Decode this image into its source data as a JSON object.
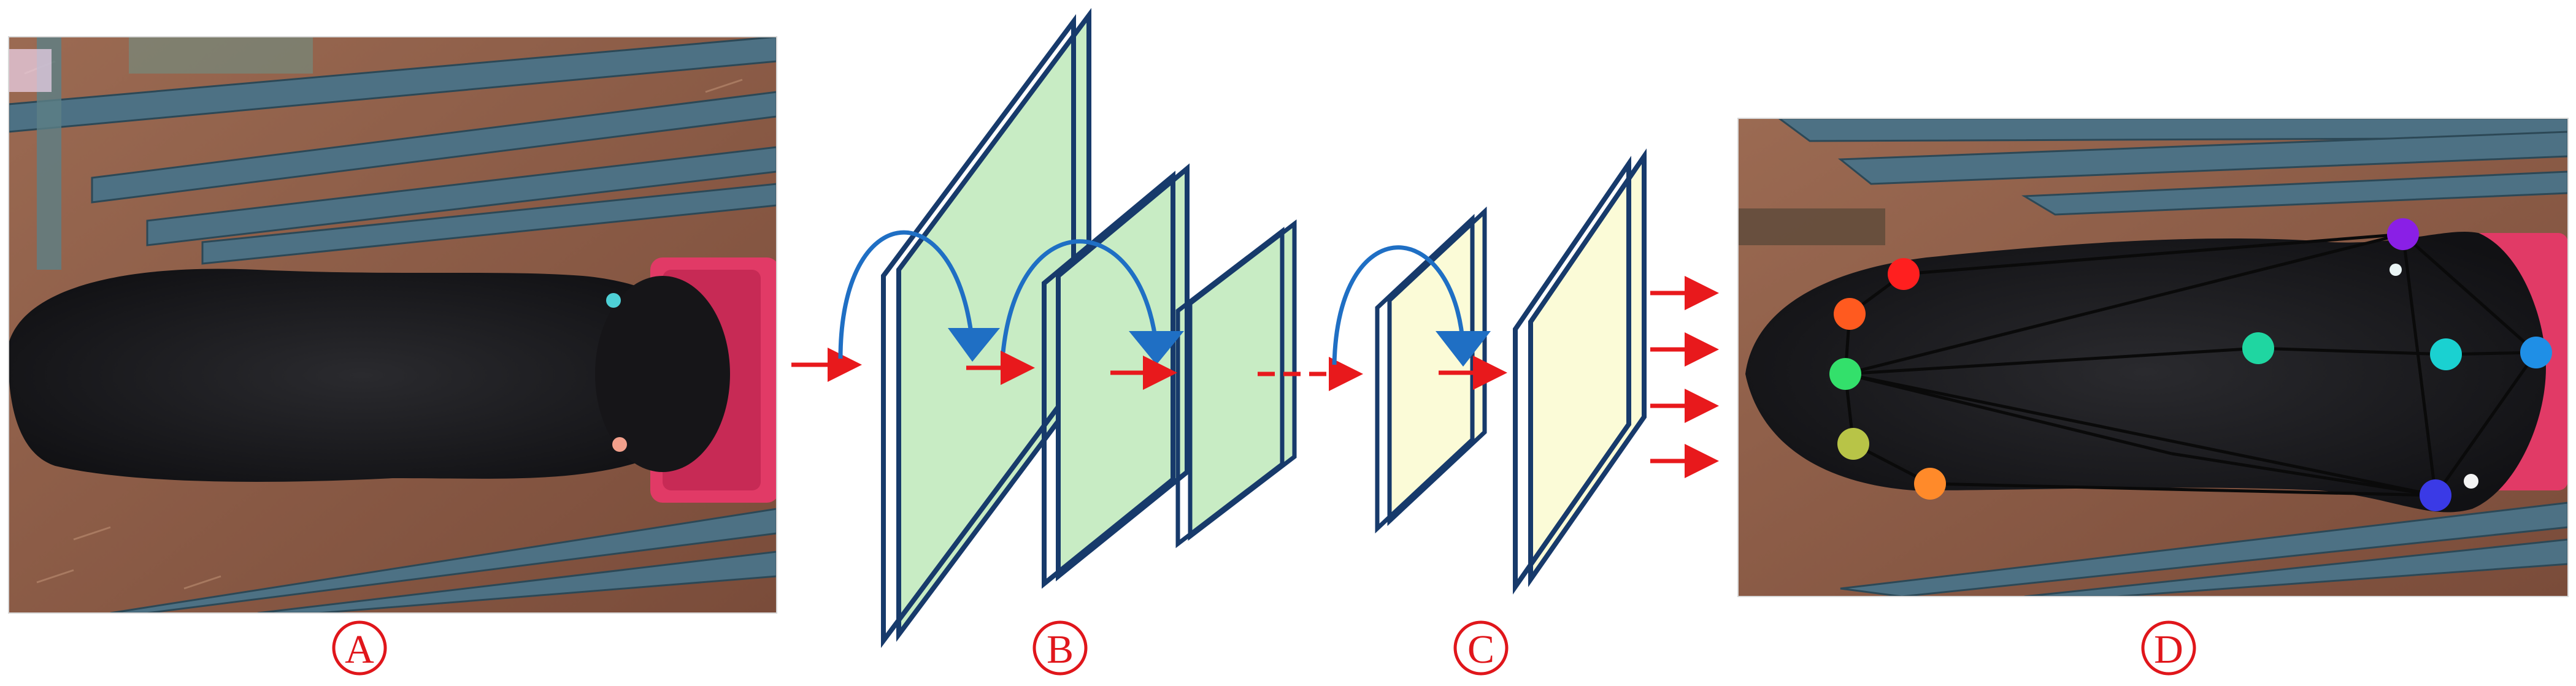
{
  "panels": {
    "a": {
      "label": "A"
    },
    "b": {
      "label": "B"
    },
    "c": {
      "label": "C"
    },
    "d": {
      "label": "D"
    }
  },
  "colors": {
    "label_red": "#e0161b",
    "arrow_red": "#e8191c",
    "skip_blue": "#1f6fc4",
    "layer_edge": "#173a6b",
    "green_layer": "#c8ecc4",
    "yellow_layer": "#fbfbd7",
    "barn_floor": "#8b5b45",
    "rail": "#4b6e82",
    "cattle": "#1c1b1e",
    "feeder": "#e13a66"
  },
  "keypoints": [
    {
      "name": "red",
      "color": "#ff1f1f"
    },
    {
      "name": "orange-red",
      "color": "#ff5a1f"
    },
    {
      "name": "green",
      "color": "#33e06b"
    },
    {
      "name": "olive",
      "color": "#b8c447"
    },
    {
      "name": "orange",
      "color": "#ff8a2a"
    },
    {
      "name": "teal-mid",
      "color": "#1fd6a1"
    },
    {
      "name": "teal-right",
      "color": "#1ad1d1"
    },
    {
      "name": "blue-right",
      "color": "#1f8fe6"
    },
    {
      "name": "purple",
      "color": "#8a1fe6"
    },
    {
      "name": "indigo",
      "color": "#3a3ae6"
    }
  ]
}
